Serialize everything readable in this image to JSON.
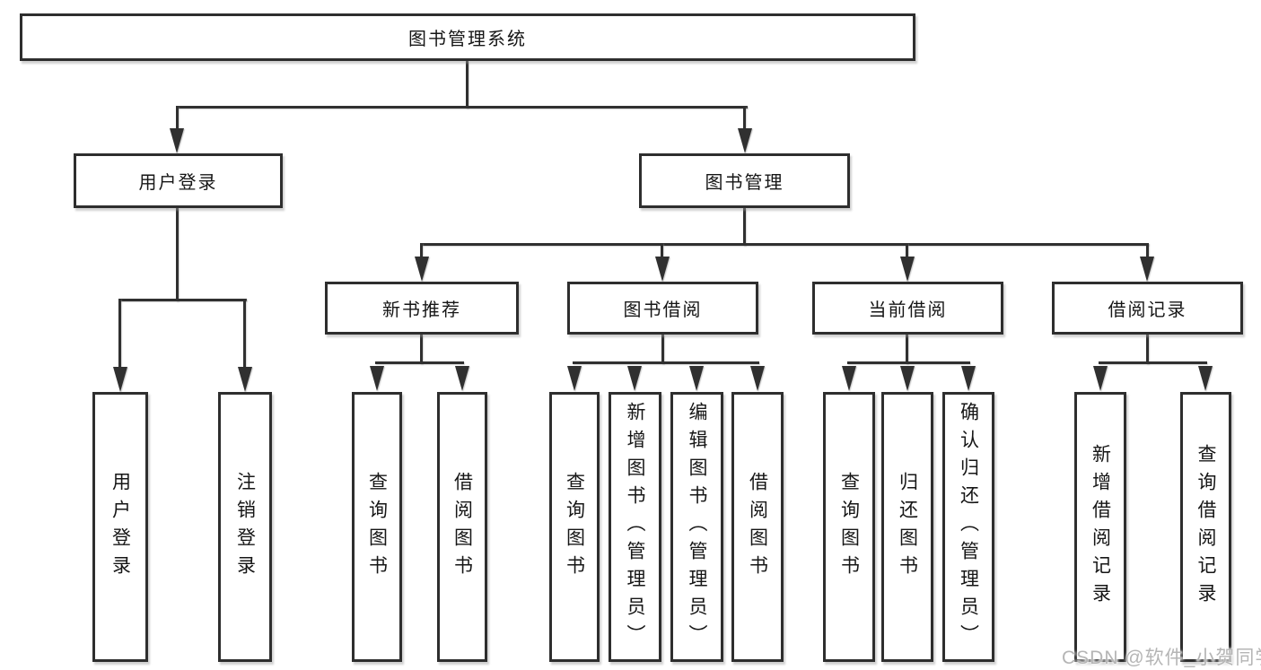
{
  "tree": {
    "root": {
      "label": "图书管理系统",
      "children": [
        {
          "label": "用户登录",
          "children": [
            {
              "label": "用户登录"
            },
            {
              "label": "注销登录"
            }
          ]
        },
        {
          "label": "图书管理",
          "children": [
            {
              "label": "新书推荐",
              "children": [
                {
                  "label": "查询图书"
                },
                {
                  "label": "借阅图书"
                }
              ]
            },
            {
              "label": "图书借阅",
              "children": [
                {
                  "label": "查询图书"
                },
                {
                  "label": "新增图书（管理员）"
                },
                {
                  "label": "编辑图书（管理员）"
                },
                {
                  "label": "借阅图书"
                }
              ]
            },
            {
              "label": "当前借阅",
              "children": [
                {
                  "label": "查询图书"
                },
                {
                  "label": "归还图书"
                },
                {
                  "label": "确认归还（管理员）"
                }
              ]
            },
            {
              "label": "借阅记录",
              "children": [
                {
                  "label": "新增借阅记录"
                },
                {
                  "label": "查询借阅记录"
                }
              ]
            }
          ]
        }
      ]
    }
  },
  "watermark": {
    "text": "CSDN @软件_小贺同学"
  },
  "colors": {
    "line": "#303030",
    "box_border": "#2e2e2e",
    "box_background": "#ffffff",
    "text": "#161616",
    "watermark": "#b5b5b5"
  }
}
